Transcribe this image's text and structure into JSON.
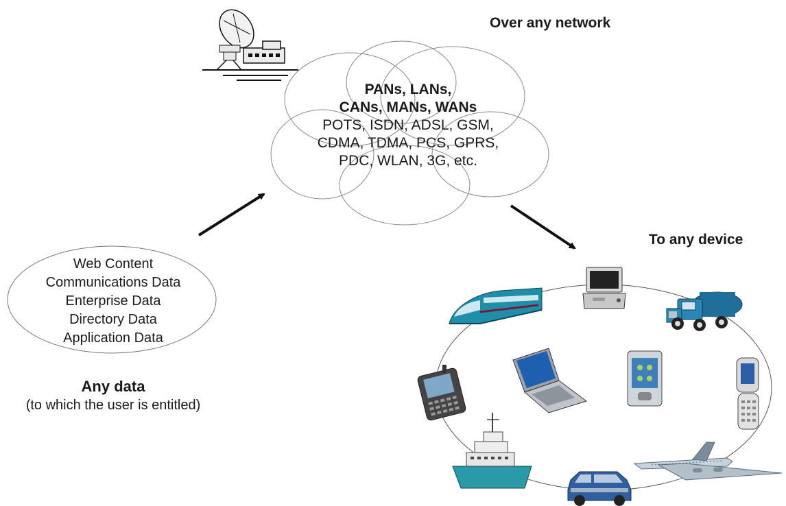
{
  "network": {
    "heading": "Over any network",
    "bold_lines": [
      "PANs, LANs,",
      "CANs, MANs, WANs"
    ],
    "lines": [
      "POTS, ISDN, ADSL, GSM,",
      "CDMA, TDMA, PCS, GPRS,",
      "PDC, WLAN, 3G, etc."
    ],
    "icon": "satellite-dish-station-icon"
  },
  "data_source": {
    "items": [
      "Web Content",
      "Communications Data",
      "Enterprise Data",
      "Directory Data",
      "Application Data"
    ],
    "title": "Any data",
    "subtitle": "(to which the user is entitled)"
  },
  "devices": {
    "heading": "To any device",
    "icons": [
      "laptop-icon",
      "tanker-truck-icon",
      "flip-phone-icon",
      "airplane-icon",
      "suv-car-icon",
      "ship-icon",
      "pda-phone-icon",
      "train-icon",
      "notebook-computer-icon",
      "pocket-pc-icon"
    ]
  },
  "colors": {
    "train": "#1e8fa8",
    "truck": "#1f6f9a",
    "ship": "#2a9aa8",
    "car": "#2f5f9e",
    "plane": "#c7d3dc"
  }
}
